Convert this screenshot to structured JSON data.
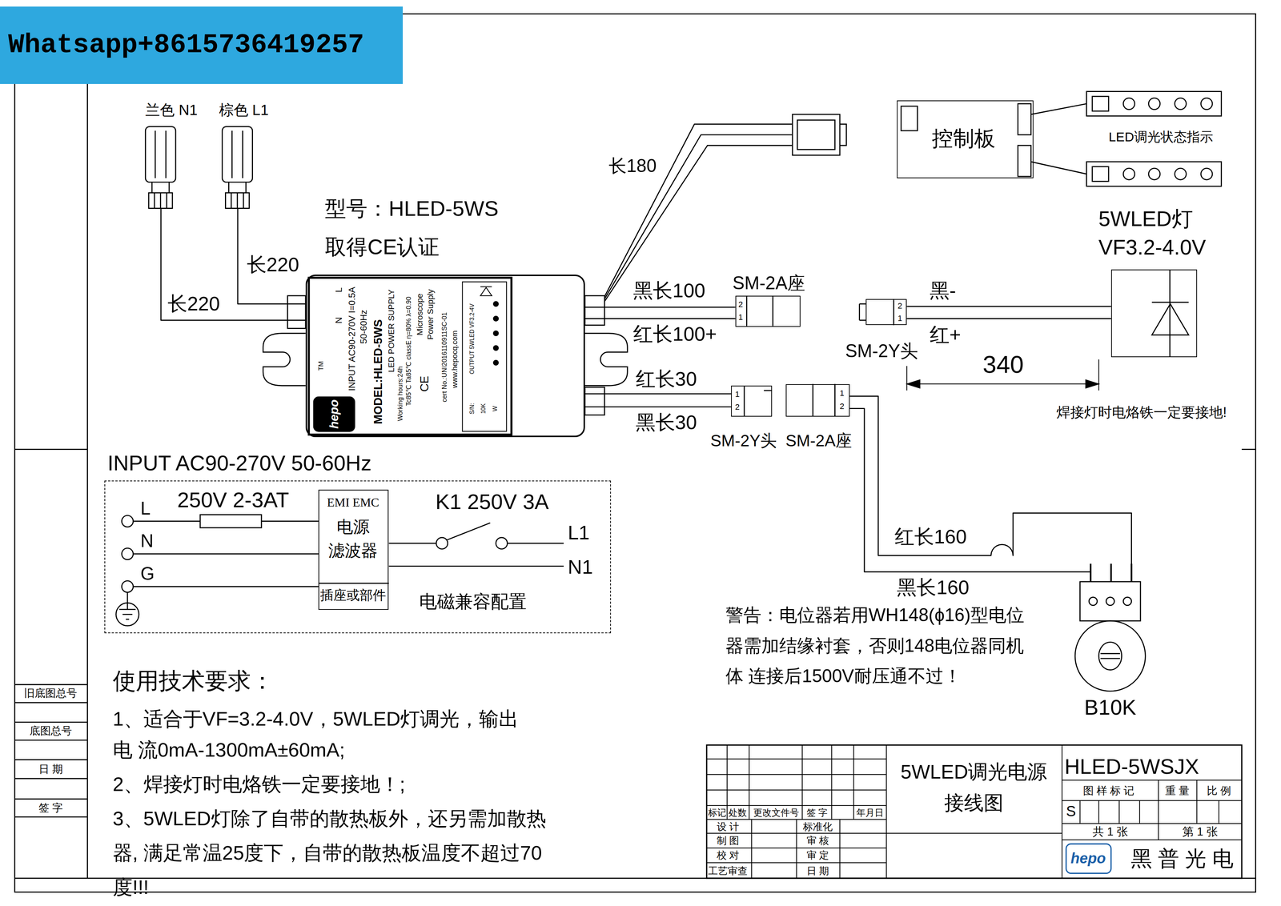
{
  "diagram": {
    "nodes": [
      {
        "text": [
          "Whatsapp+8615736419257"
        ]
      },
      {
        "text": [
          "兰色 N1"
        ]
      },
      {
        "text": [
          "棕色 L1"
        ]
      },
      {
        "text": [
          "控制板"
        ]
      },
      {
        "text": [
          "5WLED灯",
          "VF3.2-4.0V"
        ]
      },
      {
        "text": [
          "L",
          "N",
          "INPUT AC90-270V I=0.5A",
          "50-60Hz",
          "MODEL:HLED-5WS",
          "LED POWER SUPPLY",
          "Working hours:24h",
          "Tc85℃ Ta85℃ classE η=80% λ=0.90",
          "Microscope",
          "Power Supply",
          "CE",
          "cert No.:UNI2016110911SC-01",
          "www.hepocq.com",
          "OUTPUT 5WLED VF3.2-4V",
          "S/N:",
          "10K",
          "W",
          "TM",
          "hepo"
        ]
      },
      {
        "text": [
          "SM-2A座",
          "2",
          "1"
        ]
      },
      {
        "text": [
          "SM-2Y头",
          "2",
          "1"
        ]
      },
      {
        "text": [
          "SM-2Y头",
          "1",
          "2"
        ]
      },
      {
        "text": [
          "SM-2A座",
          "1",
          "2"
        ]
      },
      {
        "text": [
          "INPUT AC90-270V 50-60Hz"
        ]
      },
      {
        "text": [
          "EMI EMC",
          "电源 滤波器",
          "插座或部件"
        ],
        "in": 10
      },
      {
        "text": [
          "B10K"
        ]
      }
    ],
    "edges": [
      {
        "from": 1,
        "to": 5,
        "label": "长220",
        "arrow": "none"
      },
      {
        "from": 2,
        "to": 5,
        "label": "长220",
        "arrow": "none"
      },
      {
        "from": 5,
        "to": 6,
        "label": "黑长100",
        "arrow": "none"
      },
      {
        "from": 5,
        "to": 6,
        "label": "红长100+",
        "arrow": "none"
      },
      {
        "from": 5,
        "to": 8,
        "label": "红长30",
        "arrow": "none"
      },
      {
        "from": 5,
        "to": 8,
        "label": "黑长30",
        "arrow": "none"
      },
      {
        "from": 9,
        "to": 12,
        "label": "红长160",
        "arrow": "none"
      },
      {
        "from": 9,
        "to": 12,
        "label": "黑长160",
        "arrow": "none"
      },
      {
        "from": 7,
        "to": 4,
        "label": "黑-",
        "arrow": "none"
      },
      {
        "from": 7,
        "to": 4,
        "label": "红+",
        "arrow": "none"
      }
    ],
    "labels": [
      "型号：HLED-5WS",
      "取得CE认证",
      "长180",
      "LED调光状态指示",
      "340",
      "焊接灯时电烙铁一定要接地!",
      "250V 2-3AT",
      "K1 250V 3A",
      "L",
      "N",
      "G",
      "L1",
      "N1",
      "电磁兼容配置",
      "警告：电位器若用WH148(ϕ16)型电位 器需加结缘衬套，否则148电位器同机体 连接后1500V耐压通不过！",
      "使用技术要求：",
      "1、适合于VF=3.2-4.0V，5WLED灯调光，输出电 流0mA-1300mA±60mA;",
      "2、焊接灯时电烙铁一定要接地！;",
      "3、5WLED灯除了自带的散热板外，还另需加散热器, 满足常温25度下，自带的散热板温度不超过70度!!!",
      "旧底图总号",
      "底图总号",
      "日 期",
      "签 字",
      "5WLED调光电源",
      "接线图",
      "HLED-5WSJX",
      "标记",
      "处数",
      "更改文件号",
      "签 字",
      "年月日",
      "设 计",
      "标准化",
      "制 图",
      "审 核",
      "校 对",
      "审 定",
      "工艺审查",
      "日 期",
      "图 样 标 记",
      "重 量",
      "比 例",
      "S",
      "共 1 张",
      "第 1 张",
      "hepo",
      "黑 普 光 电"
    ]
  }
}
